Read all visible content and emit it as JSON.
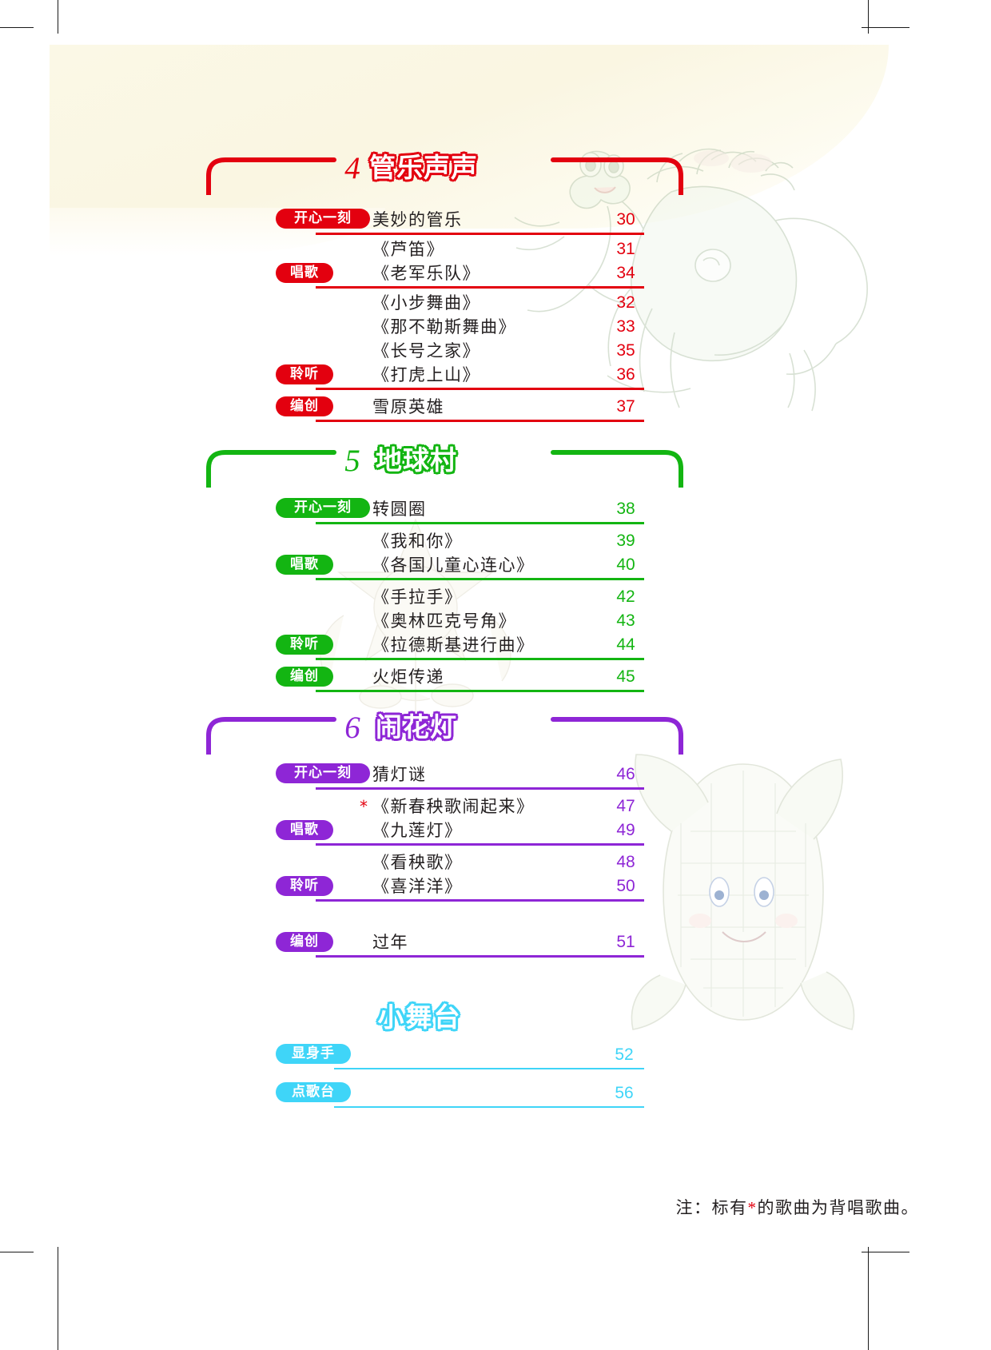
{
  "document": {
    "type": "table-of-contents",
    "footnote_prefix": "注：标有",
    "footnote_star": "*",
    "footnote_suffix": "的歌曲为背唱歌曲。"
  },
  "colors": {
    "unit4": "#e3000f",
    "unit5": "#13b512",
    "unit6": "#8e26d6",
    "stage": "#3fd5f8",
    "text": "#231f20"
  },
  "units": [
    {
      "number": "4",
      "title": "管乐声声",
      "color": "#e3000f",
      "groups": [
        {
          "tag": "开心一刻",
          "tag_width": 118,
          "rows": [
            {
              "title": "美妙的管乐",
              "page": "30",
              "star": false,
              "bracket": false
            }
          ]
        },
        {
          "tag": "唱歌",
          "tag_width": 72,
          "rows": [
            {
              "title": "《芦笛》",
              "page": "31",
              "star": false,
              "bracket": true
            },
            {
              "title": "《老军乐队》",
              "page": "34",
              "star": false,
              "bracket": true
            }
          ]
        },
        {
          "tag": "聆听",
          "tag_width": 72,
          "rows": [
            {
              "title": "《小步舞曲》",
              "page": "32",
              "star": false,
              "bracket": true
            },
            {
              "title": "《那不勒斯舞曲》",
              "page": "33",
              "star": false,
              "bracket": true
            },
            {
              "title": "《长号之家》",
              "page": "35",
              "star": false,
              "bracket": true
            },
            {
              "title": "《打虎上山》",
              "page": "36",
              "star": false,
              "bracket": true
            }
          ]
        },
        {
          "tag": "编创",
          "tag_width": 72,
          "rows": [
            {
              "title": "雪原英雄",
              "page": "37",
              "star": false,
              "bracket": false
            }
          ]
        }
      ]
    },
    {
      "number": "5",
      "title": "地球村",
      "color": "#13b512",
      "groups": [
        {
          "tag": "开心一刻",
          "tag_width": 118,
          "rows": [
            {
              "title": "转圆圈",
              "page": "38",
              "star": false,
              "bracket": false
            }
          ]
        },
        {
          "tag": "唱歌",
          "tag_width": 72,
          "rows": [
            {
              "title": "《我和你》",
              "page": "39",
              "star": false,
              "bracket": true
            },
            {
              "title": "《各国儿童心连心》",
              "page": "40",
              "star": false,
              "bracket": true
            }
          ]
        },
        {
          "tag": "聆听",
          "tag_width": 72,
          "rows": [
            {
              "title": "《手拉手》",
              "page": "42",
              "star": false,
              "bracket": true
            },
            {
              "title": "《奥林匹克号角》",
              "page": "43",
              "star": false,
              "bracket": true
            },
            {
              "title": "《拉德斯基进行曲》",
              "page": "44",
              "star": false,
              "bracket": true
            }
          ]
        },
        {
          "tag": "编创",
          "tag_width": 72,
          "rows": [
            {
              "title": "火炬传递",
              "page": "45",
              "star": false,
              "bracket": false
            }
          ]
        }
      ]
    },
    {
      "number": "6",
      "title": "闹花灯",
      "color": "#8e26d6",
      "groups": [
        {
          "tag": "开心一刻",
          "tag_width": 118,
          "rows": [
            {
              "title": "猜灯谜",
              "page": "46",
              "star": false,
              "bracket": false
            }
          ]
        },
        {
          "tag": "唱歌",
          "tag_width": 72,
          "rows": [
            {
              "title": "《新春秧歌闹起来》",
              "page": "47",
              "star": true,
              "bracket": true
            },
            {
              "title": "《九莲灯》",
              "page": "49",
              "star": false,
              "bracket": true
            }
          ]
        },
        {
          "tag": "聆听",
          "tag_width": 72,
          "rows": [
            {
              "title": "《看秧歌》",
              "page": "48",
              "star": false,
              "bracket": true
            },
            {
              "title": "《喜洋洋》",
              "page": "50",
              "star": false,
              "bracket": true
            }
          ]
        },
        {
          "tag": "编创",
          "tag_width": 72,
          "rows": [
            {
              "title": "过年",
              "page": "51",
              "star": false,
              "bracket": false
            }
          ]
        }
      ]
    }
  ],
  "stage": {
    "title": "小舞台",
    "color": "#3fd5f8",
    "items": [
      {
        "tag": "显身手",
        "page": "52"
      },
      {
        "tag": "点歌台",
        "page": "56"
      }
    ]
  }
}
